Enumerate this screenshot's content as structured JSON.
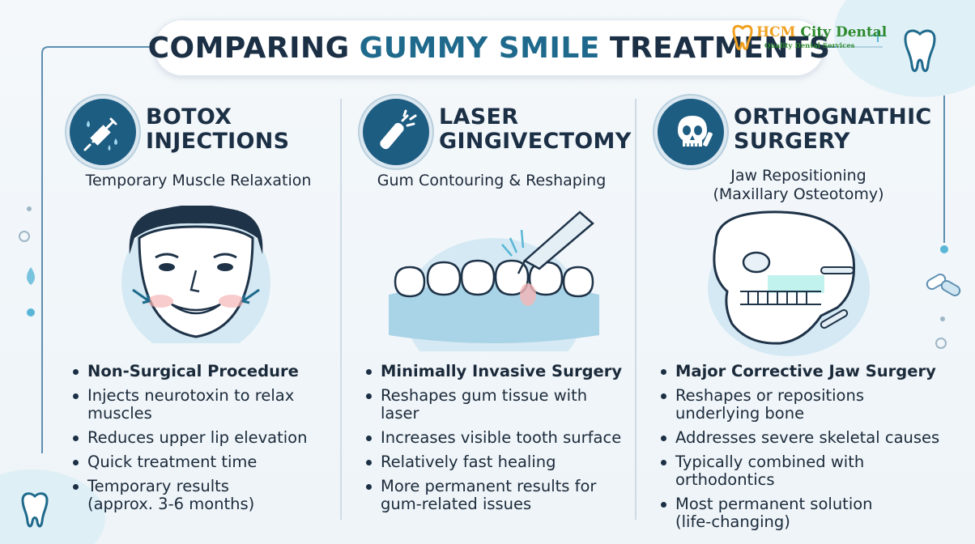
{
  "title": {
    "pre": "COMPARING",
    "highlight": "GUMMY SMILE",
    "post": "TREATMENTS"
  },
  "logo": {
    "name_part1": "HCM",
    "name_part2": "City Dental",
    "tagline": "Quality Dental Services"
  },
  "colors": {
    "accent": "#1f6a8c",
    "icon_bg": "#1e5d82",
    "logo_green": "#2d8a2d",
    "logo_orange": "#f0a020"
  },
  "columns": [
    {
      "icon": "syringe-icon",
      "heading": "BOTOX\nINJECTIONS",
      "subtitle": "Temporary Muscle Relaxation",
      "bullets": [
        "Non-Surgical Procedure",
        "Injects neurotoxin to relax\nmuscles",
        "Reduces upper lip elevation",
        "Quick treatment time",
        "Temporary results\n(approx. 3-6 months)"
      ]
    },
    {
      "icon": "laser-icon",
      "heading": "LASER\nGINGIVECTOMY",
      "subtitle": "Gum Contouring & Reshaping",
      "bullets": [
        "Minimally Invasive Surgery",
        "Reshapes gum tissue with\nlaser",
        "Increases visible tooth surface",
        "Relatively fast healing",
        "More permanent results for\ngum-related issues"
      ]
    },
    {
      "icon": "skull-icon",
      "heading": "ORTHOGNATHIC\nSURGERY",
      "subtitle": "Jaw Repositioning\n(Maxillary Osteotomy)",
      "bullets": [
        "Major Corrective Jaw Surgery",
        "Reshapes or repositions\nunderlying bone",
        "Addresses severe skeletal causes",
        "Typically combined with orthodontics",
        "Most permanent solution\n(life-changing)"
      ]
    }
  ]
}
